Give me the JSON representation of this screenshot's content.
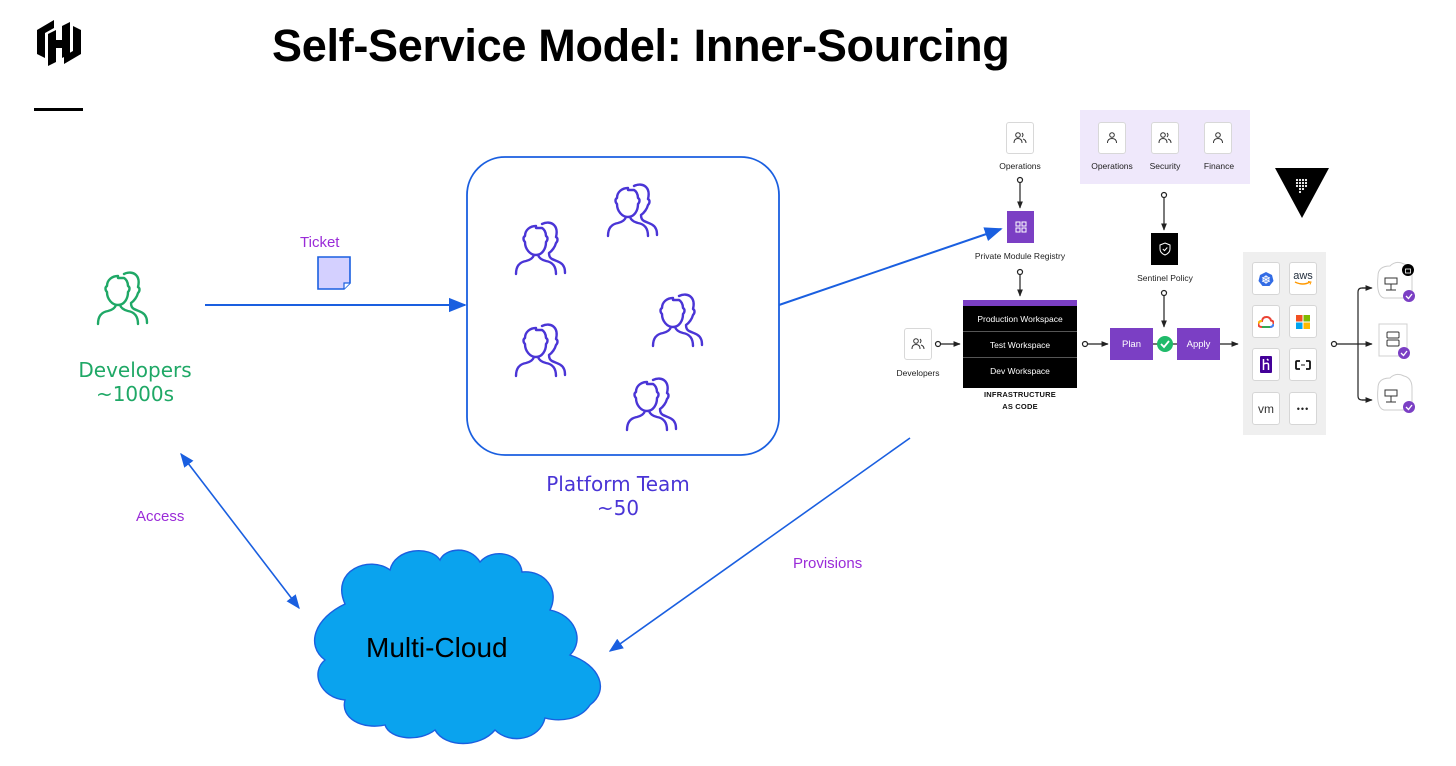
{
  "slide": {
    "title": "Self-Service Model: Inner-Sourcing",
    "logo": "hashicorp-logo"
  },
  "left_diagram": {
    "developers": {
      "name": "Developers",
      "count": "~1000s",
      "color": "#1fa866",
      "icon": "users-icon"
    },
    "platform_team": {
      "name": "Platform Team",
      "count": "~50",
      "color": "#4a35d6",
      "icon": "users-icon",
      "member_icons": 5
    },
    "multi_cloud": {
      "label": "Multi-Cloud",
      "color": "#0aa3ee"
    },
    "edges": {
      "ticket": "Ticket",
      "access": "Access",
      "provisions": "Provisions"
    },
    "colors": {
      "arrow": "#1a5fe0",
      "edge_label": "#9a2bd8",
      "ticket_fill": "#d4d0ff"
    }
  },
  "workflow_diagram": {
    "operations_top": "Operations",
    "private_module_registry": "Private Module Registry",
    "policy_group": [
      "Operations",
      "Security",
      "Finance"
    ],
    "sentinel_policy": "Sentinel Policy",
    "developers": "Developers",
    "workspaces": [
      "Production Workspace",
      "Test Workspace",
      "Dev Workspace"
    ],
    "iac_label_line1": "INFRASTRUCTURE",
    "iac_label_line2": "AS CODE",
    "plan": "Plan",
    "apply": "Apply",
    "vault_logo": "vault-logo",
    "providers": [
      {
        "name": "kubernetes",
        "glyph": "⎈"
      },
      {
        "name": "aws",
        "glyph": "aws"
      },
      {
        "name": "google-cloud",
        "glyph": "☁"
      },
      {
        "name": "microsoft-azure",
        "glyph": ""
      },
      {
        "name": "heroku",
        "glyph": "h"
      },
      {
        "name": "alibaba-cloud",
        "glyph": "[-]"
      },
      {
        "name": "vmware",
        "glyph": "vm"
      },
      {
        "name": "more",
        "glyph": "•••"
      }
    ],
    "targets": [
      "cloud-server-locked",
      "server-rack",
      "cloud-server"
    ],
    "colors": {
      "purple": "#7b3fc4",
      "panel": "#efe8fb",
      "check": "#1fba6a"
    }
  }
}
